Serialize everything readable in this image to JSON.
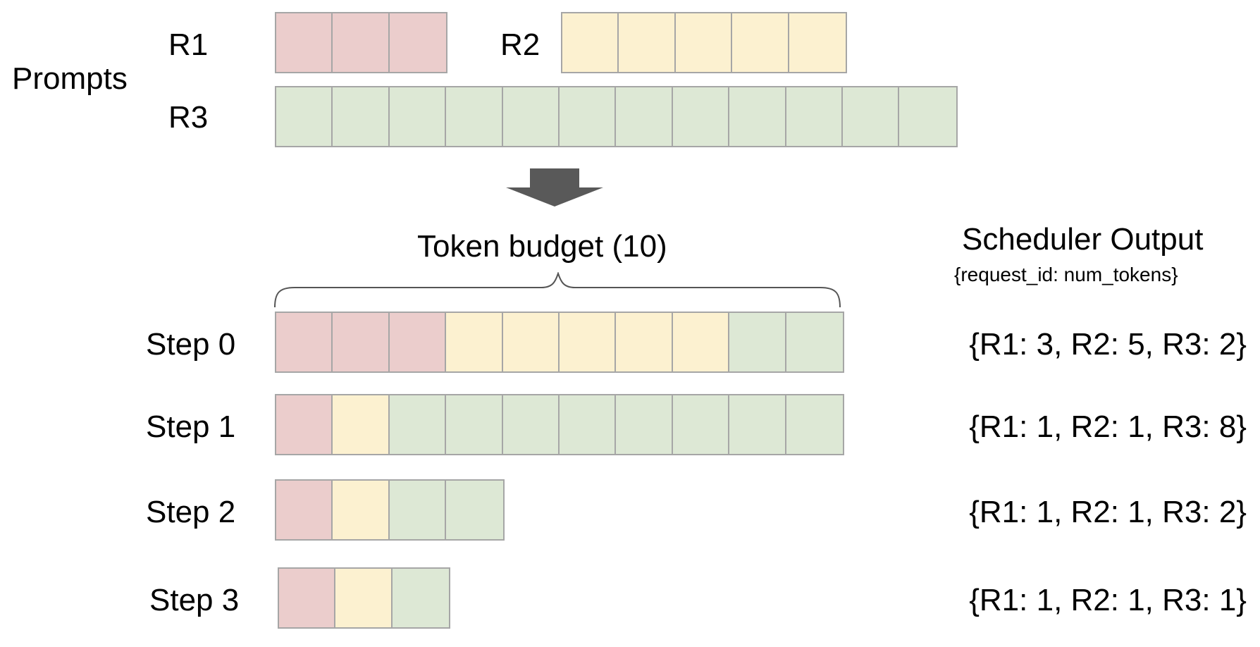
{
  "colors": {
    "R1": "#ebcdcc",
    "R2": "#fcf1d0",
    "R3": "#dde8d5",
    "border": "#a6a6a6",
    "arrow": "#595959"
  },
  "prompts": {
    "label": "Prompts",
    "requests": [
      {
        "id": "R1",
        "label": "R1",
        "tokens": 3
      },
      {
        "id": "R2",
        "label": "R2",
        "tokens": 5
      },
      {
        "id": "R3",
        "label": "R3",
        "tokens": 12
      }
    ]
  },
  "token_budget": {
    "label": "Token budget (10)",
    "value": 10
  },
  "scheduler": {
    "title": "Scheduler Output",
    "subtitle": "{request_id: num_tokens}"
  },
  "steps": [
    {
      "label": "Step 0",
      "output": "{R1: 3, R2: 5, R3: 2}",
      "alloc": {
        "R1": 3,
        "R2": 5,
        "R3": 2
      }
    },
    {
      "label": "Step 1",
      "output": "{R1: 1, R2: 1, R3: 8}",
      "alloc": {
        "R1": 1,
        "R2": 1,
        "R3": 8
      }
    },
    {
      "label": "Step 2",
      "output": "{R1: 1, R2: 1, R3: 2}",
      "alloc": {
        "R1": 1,
        "R2": 1,
        "R3": 2
      }
    },
    {
      "label": "Step 3",
      "output": "{R1: 1, R2: 1, R3: 1}",
      "alloc": {
        "R1": 1,
        "R2": 1,
        "R3": 1
      }
    }
  ]
}
